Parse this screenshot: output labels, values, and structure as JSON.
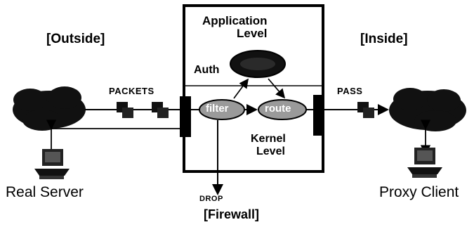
{
  "labels": {
    "outside": "[Outside]",
    "inside": "[Inside]",
    "application_level_line1": "Application",
    "application_level_line2": "Level",
    "auth": "Auth",
    "packets": "PACKETS",
    "pass": "PASS",
    "filter": "filter",
    "route": "route",
    "kernel_level_line1": "Kernel",
    "kernel_level_line2": "Level",
    "drop": "DROP",
    "firewall": "[Firewall]",
    "real_server": "Real Server",
    "proxy_client": "Proxy Client"
  }
}
